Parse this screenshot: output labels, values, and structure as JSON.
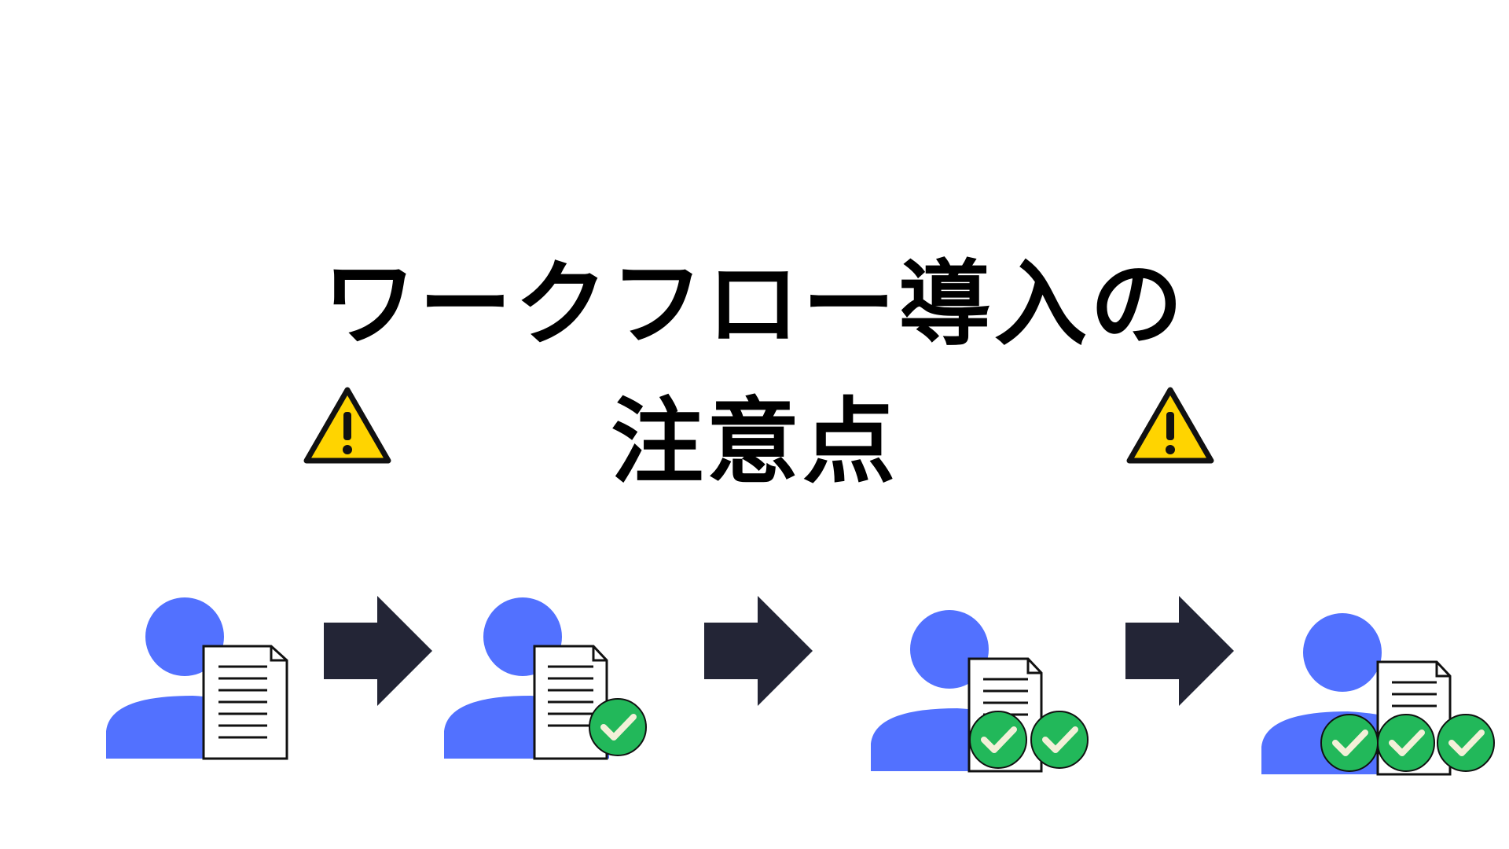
{
  "title": {
    "line1": "ワークフロー導入の",
    "line2": "注意点"
  },
  "icons": {
    "left_warning": "warning-icon",
    "right_warning": "warning-icon",
    "person": "person-icon",
    "document": "document-icon",
    "check": "check-circle-icon",
    "arrow": "arrow-right-icon"
  },
  "colors": {
    "person_blue": "#5271ff",
    "arrow_dark": "#232536",
    "check_green": "#22b85a",
    "warning_yellow": "#ffd400"
  },
  "steps": [
    {
      "checks": 0
    },
    {
      "checks": 1
    },
    {
      "checks": 2
    },
    {
      "checks": 3
    }
  ]
}
